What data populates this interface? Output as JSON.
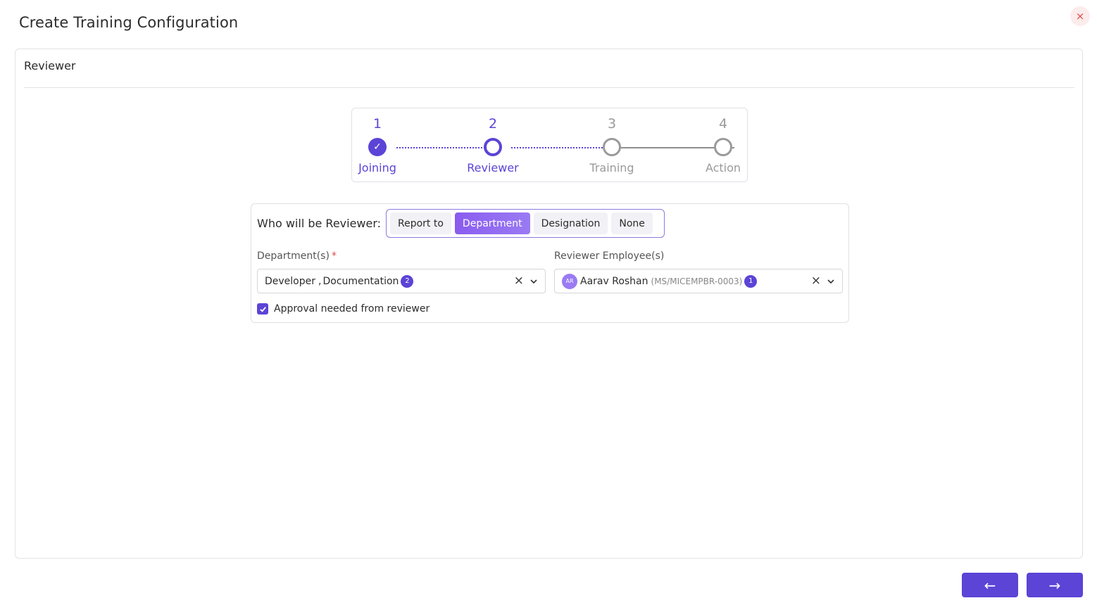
{
  "modal": {
    "title": "Create Training Configuration",
    "close_icon": "×"
  },
  "card": {
    "header": "Reviewer"
  },
  "stepper": {
    "steps": [
      {
        "number": "1",
        "label": "Joining",
        "state": "done"
      },
      {
        "number": "2",
        "label": "Reviewer",
        "state": "current"
      },
      {
        "number": "3",
        "label": "Training",
        "state": "pending"
      },
      {
        "number": "4",
        "label": "Action",
        "state": "pending"
      }
    ],
    "check_glyph": "✓"
  },
  "reviewer_type": {
    "question": "Who will be Reviewer:",
    "options": [
      "Report to",
      "Department",
      "Designation",
      "None"
    ],
    "selected": "Department"
  },
  "departments": {
    "label": "Department(s)",
    "required_mark": "*",
    "value_1": "Developer",
    "separator": ",",
    "value_2": "Documentation",
    "count": "2",
    "clear_icon": "×"
  },
  "reviewer_employees": {
    "label": "Reviewer Employee(s)",
    "avatar_initials": "AR",
    "name": "Aarav Roshan",
    "code": "(MS/MICEMPBR-0003)",
    "count": "1",
    "clear_icon": "×"
  },
  "approval": {
    "label": "Approval needed from reviewer",
    "checked": true
  },
  "navigation": {
    "back_icon": "←",
    "next_icon": "→"
  },
  "colors": {
    "accent": "#5b44d6",
    "pending": "#9a9a9a",
    "danger": "#e04b4b"
  }
}
